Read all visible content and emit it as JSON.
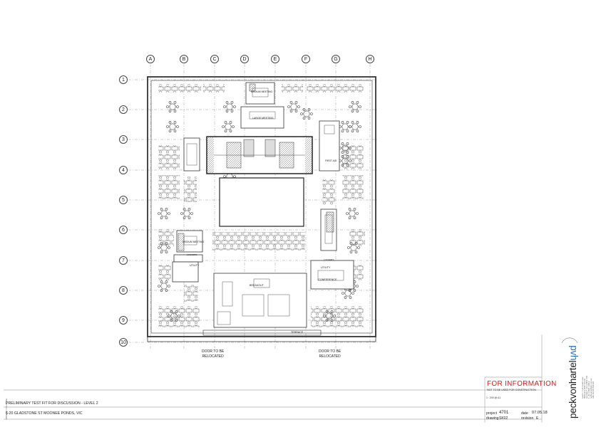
{
  "sheet": {
    "for_information": "FOR INFORMATION",
    "not_for_construction": "NOT TO BE USED FOR CONSTRUCTION",
    "scale": "1 : 200 @ A1",
    "title": "PRELIMINARY TEST FIT FOR DISCUSSION - LEVEL 2",
    "address": "6-20 GLADSTONE ST MOONEE PONDS, VIC",
    "project_label": "project",
    "project_value": "4701",
    "drawing_label": "drawing",
    "drawing_value": "SK02",
    "date_label": "date",
    "date_value": "07.05.18",
    "revision_label": "revision",
    "revision_value": "E",
    "print_stamp": "7/05/2018 4:33:22 PM",
    "contact_line": "Level 1 / 1-31 Hosier Lane Melbourne 3000 Victoria Australia T +61 3 9654 7311 F +61 3 9654 7338 E melbourne@pvh.com.au ABN 56 005 549 426"
  },
  "logo": {
    "text_main": "peckvonhartel",
    "text_accent": "ɥʌd"
  },
  "grid": {
    "columns": [
      "A",
      "B",
      "C",
      "D",
      "E",
      "F",
      "G",
      "H"
    ],
    "rows": [
      "1",
      "2",
      "3",
      "4",
      "5",
      "6",
      "7",
      "8",
      "9",
      "10"
    ]
  },
  "room_labels": {
    "medium_meeting_top": "MEDIUM MEETING",
    "large_meeting": "LARGE MEETING",
    "medium_meeting_left": "MEDIUM MEETING",
    "utility_left": "UTILITY",
    "utility_right": "UTILITY",
    "breakout": "BREAKOUT",
    "conference": "CONFERENCE",
    "terrace": "TERRACE",
    "first_aid": "FIRST AID",
    "lockers_left": "LOCKERS",
    "lockers_right": "LOCKERS"
  },
  "callouts": [
    {
      "line1": "DOOR TO BE",
      "line2": "RELOCATED"
    },
    {
      "line1": "DOOR TO BE",
      "line2": "RELOCATED"
    }
  ]
}
